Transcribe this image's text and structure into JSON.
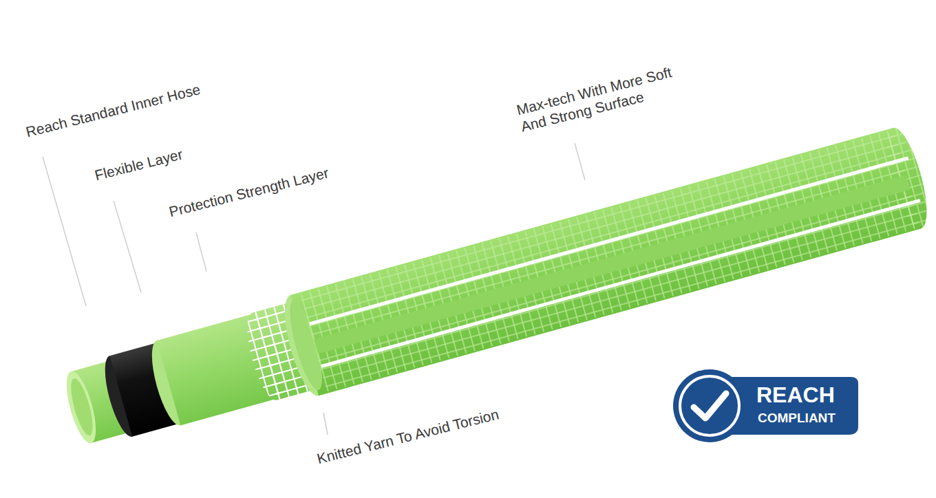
{
  "diagram": {
    "nodes": [
      {
        "text": [
          "REACH",
          "COMPLIANT"
        ]
      }
    ],
    "labels": [
      "Reach Standard Inner Hose",
      "Flexible Layer",
      "Protection Strength Layer",
      "Max-tech With More Soft And Strong Surface",
      "Knitted Yarn To Avoid Torsion"
    ]
  }
}
